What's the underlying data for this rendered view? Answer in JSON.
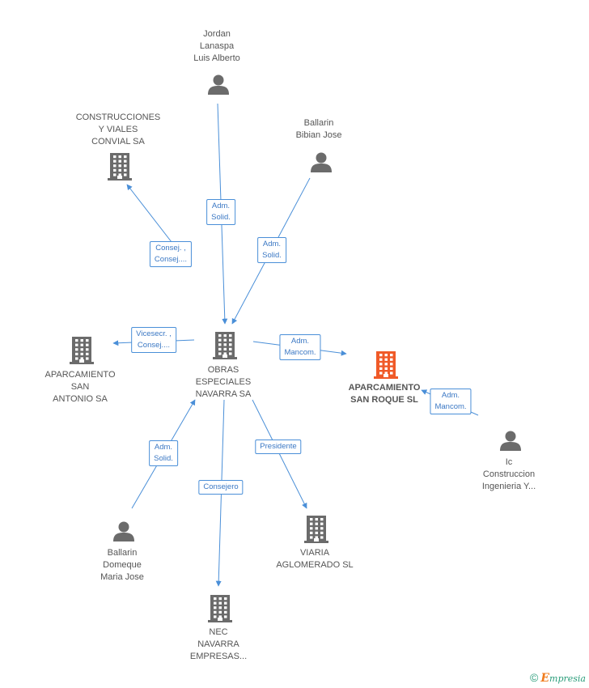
{
  "nodes": [
    {
      "id": "jordan",
      "kind": "person",
      "label": "Jordan\nLanaspa\nLuis Alberto",
      "color": "#6b6b6b"
    },
    {
      "id": "construcciones",
      "kind": "company",
      "label": "CONSTRUCCIONES\nY VIALES\nCONVIAL SA",
      "color": "#6b6b6b"
    },
    {
      "id": "bibian",
      "kind": "person",
      "label": "Ballarin\nBibian Jose",
      "color": "#6b6b6b"
    },
    {
      "id": "obras",
      "kind": "company",
      "label": "OBRAS\nESPECIALES\nNAVARRA SA",
      "color": "#6b6b6b"
    },
    {
      "id": "sanantonio",
      "kind": "company",
      "label": "APARCAMIENTO\nSAN\nANTONIO SA",
      "color": "#6b6b6b"
    },
    {
      "id": "sanroque",
      "kind": "company",
      "label": "APARCAMIENTO\nSAN ROQUE SL",
      "color": "#f05a28",
      "focus": true
    },
    {
      "id": "ic",
      "kind": "person",
      "label": "Ic\nConstruccion\nIngenieria Y...",
      "color": "#6b6b6b"
    },
    {
      "id": "domeque",
      "kind": "person",
      "label": "Ballarin\nDomeque\nMaria Jose",
      "color": "#6b6b6b"
    },
    {
      "id": "viaria",
      "kind": "company",
      "label": "VIARIA\nAGLOMERADO SL",
      "color": "#6b6b6b"
    },
    {
      "id": "nec",
      "kind": "company",
      "label": "NEC\nNAVARRA\nEMPRESAS...",
      "color": "#6b6b6b"
    }
  ],
  "edges": [
    {
      "from": "jordan",
      "to": "obras",
      "label": "Adm.\nSolid."
    },
    {
      "from": "obras",
      "to": "construcciones",
      "label": "Consej. ,\nConsej...."
    },
    {
      "from": "bibian",
      "to": "obras",
      "label": "Adm.\nSolid."
    },
    {
      "from": "obras",
      "to": "sanantonio",
      "label": "Vicesecr. ,\nConsej...."
    },
    {
      "from": "obras",
      "to": "sanroque",
      "label": "Adm.\nMancom."
    },
    {
      "from": "ic",
      "to": "sanroque",
      "label": "Adm.\nMancom."
    },
    {
      "from": "domeque",
      "to": "obras",
      "label": "Adm.\nSolid."
    },
    {
      "from": "obras",
      "to": "nec",
      "label": "Consejero"
    },
    {
      "from": "obras",
      "to": "viaria",
      "label": "Presidente"
    }
  ],
  "edge_color": "#4a8fd8",
  "brand": {
    "copyright": "©",
    "e": "E",
    "rest": "mpresia"
  }
}
